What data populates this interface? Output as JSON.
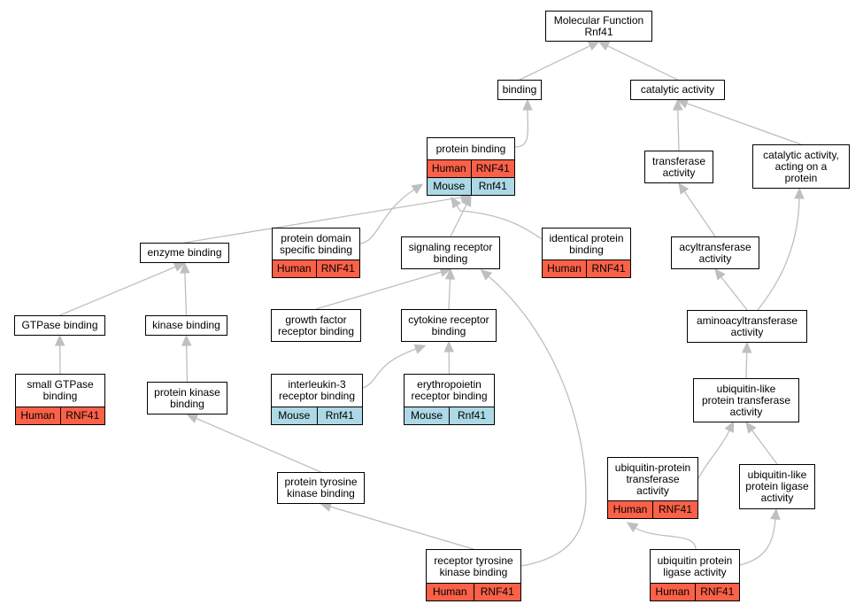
{
  "colors": {
    "human": "#fa6148",
    "mouse": "#add8e6",
    "edge": "#bfbfbf"
  },
  "nodes": [
    {
      "id": "mf",
      "label": "Molecular Function\nRnf41",
      "rows": []
    },
    {
      "id": "binding",
      "label": "binding",
      "rows": []
    },
    {
      "id": "catalytic",
      "label": "catalytic activity",
      "rows": []
    },
    {
      "id": "protein_binding",
      "label": "protein binding",
      "rows": [
        {
          "species": "Human",
          "gene": "RNF41"
        },
        {
          "species": "Mouse",
          "gene": "Rnf41"
        }
      ]
    },
    {
      "id": "transferase",
      "label": "transferase\nactivity",
      "rows": []
    },
    {
      "id": "cat_protein",
      "label": "catalytic activity,\nacting on a\nprotein",
      "rows": []
    },
    {
      "id": "enzyme_binding",
      "label": "enzyme binding",
      "rows": []
    },
    {
      "id": "domain_binding",
      "label": "protein domain\nspecific binding",
      "rows": [
        {
          "species": "Human",
          "gene": "RNF41"
        }
      ]
    },
    {
      "id": "sig_receptor",
      "label": "signaling receptor\nbinding",
      "rows": []
    },
    {
      "id": "identical",
      "label": "identical protein\nbinding",
      "rows": [
        {
          "species": "Human",
          "gene": "RNF41"
        }
      ]
    },
    {
      "id": "acyltransferase",
      "label": "acyltransferase\nactivity",
      "rows": []
    },
    {
      "id": "gtpase_binding",
      "label": "GTPase binding",
      "rows": []
    },
    {
      "id": "kinase_binding",
      "label": "kinase binding",
      "rows": []
    },
    {
      "id": "growth_factor",
      "label": "growth factor\nreceptor binding",
      "rows": []
    },
    {
      "id": "cytokine",
      "label": "cytokine receptor\nbinding",
      "rows": []
    },
    {
      "id": "aminoacyl",
      "label": "aminoacyltransferase\nactivity",
      "rows": []
    },
    {
      "id": "small_gtpase",
      "label": "small GTPase\nbinding",
      "rows": [
        {
          "species": "Human",
          "gene": "RNF41"
        }
      ]
    },
    {
      "id": "protein_kinase",
      "label": "protein kinase\nbinding",
      "rows": []
    },
    {
      "id": "il3",
      "label": "interleukin-3\nreceptor binding",
      "rows": [
        {
          "species": "Mouse",
          "gene": "Rnf41"
        }
      ]
    },
    {
      "id": "epo",
      "label": "erythropoietin\nreceptor binding",
      "rows": [
        {
          "species": "Mouse",
          "gene": "Rnf41"
        }
      ]
    },
    {
      "id": "ubl_transferase",
      "label": "ubiquitin-like\nprotein transferase\nactivity",
      "rows": []
    },
    {
      "id": "ptk_binding",
      "label": "protein tyrosine\nkinase binding",
      "rows": []
    },
    {
      "id": "ub_transferase",
      "label": "ubiquitin-protein\ntransferase\nactivity",
      "rows": [
        {
          "species": "Human",
          "gene": "RNF41"
        }
      ]
    },
    {
      "id": "ubl_ligase",
      "label": "ubiquitin-like\nprotein ligase\nactivity",
      "rows": []
    },
    {
      "id": "rtk_binding",
      "label": "receptor tyrosine\nkinase binding",
      "rows": [
        {
          "species": "Human",
          "gene": "RNF41"
        }
      ]
    },
    {
      "id": "ub_ligase",
      "label": "ubiquitin protein\nligase activity",
      "rows": [
        {
          "species": "Human",
          "gene": "RNF41"
        }
      ]
    }
  ],
  "edges": [
    [
      "binding",
      "mf"
    ],
    [
      "catalytic",
      "mf"
    ],
    [
      "protein_binding",
      "binding"
    ],
    [
      "transferase",
      "catalytic"
    ],
    [
      "cat_protein",
      "catalytic"
    ],
    [
      "enzyme_binding",
      "protein_binding"
    ],
    [
      "domain_binding",
      "protein_binding"
    ],
    [
      "sig_receptor",
      "protein_binding"
    ],
    [
      "identical",
      "protein_binding"
    ],
    [
      "acyltransferase",
      "transferase"
    ],
    [
      "gtpase_binding",
      "enzyme_binding"
    ],
    [
      "kinase_binding",
      "enzyme_binding"
    ],
    [
      "growth_factor",
      "sig_receptor"
    ],
    [
      "cytokine",
      "sig_receptor"
    ],
    [
      "aminoacyl",
      "acyltransferase"
    ],
    [
      "aminoacyl",
      "cat_protein"
    ],
    [
      "small_gtpase",
      "gtpase_binding"
    ],
    [
      "protein_kinase",
      "kinase_binding"
    ],
    [
      "il3",
      "cytokine"
    ],
    [
      "epo",
      "cytokine"
    ],
    [
      "ubl_transferase",
      "aminoacyl"
    ],
    [
      "ptk_binding",
      "protein_kinase"
    ],
    [
      "ub_transferase",
      "ubl_transferase"
    ],
    [
      "ubl_ligase",
      "ubl_transferase"
    ],
    [
      "rtk_binding",
      "ptk_binding"
    ],
    [
      "rtk_binding",
      "sig_receptor"
    ],
    [
      "ub_ligase",
      "ub_transferase"
    ],
    [
      "ub_ligase",
      "ubl_ligase"
    ]
  ]
}
